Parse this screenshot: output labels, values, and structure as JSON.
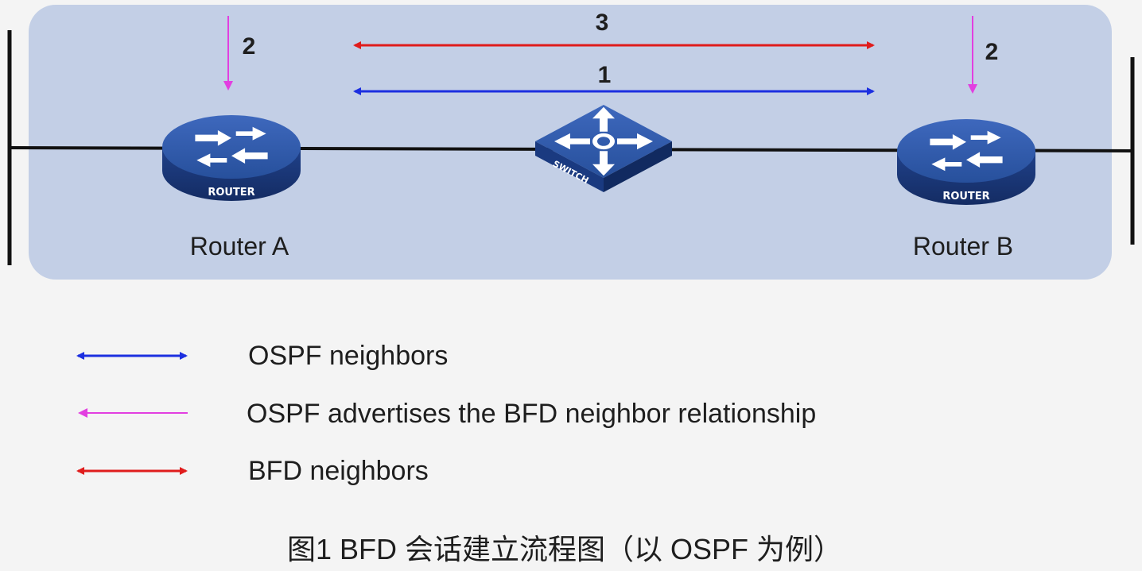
{
  "diagram": {
    "nodes": {
      "router_a": {
        "label": "Router A",
        "badge": "ROUTER"
      },
      "router_b": {
        "label": "Router B",
        "badge": "ROUTER"
      },
      "switch": {
        "badge": "SWITCH"
      }
    },
    "steps": {
      "ospf_neighbors": "1",
      "advertise_left": "2",
      "advertise_right": "2",
      "bfd_neighbors": "3"
    }
  },
  "legend": {
    "items": [
      {
        "key": "ospf",
        "text": "OSPF neighbors",
        "color": "#1c2fe0"
      },
      {
        "key": "advertise",
        "text": "OSPF advertises the BFD neighbor relationship",
        "color": "#e23fe0"
      },
      {
        "key": "bfd",
        "text": "BFD neighbors",
        "color": "#e01c1c"
      }
    ]
  },
  "caption": "图1 BFD 会话建立流程图（以 OSPF 为例）",
  "colors": {
    "panel": "#c3cfe6",
    "device_top": "#2f56a6",
    "device_side": "#1b3a7a",
    "line": "#111111"
  }
}
